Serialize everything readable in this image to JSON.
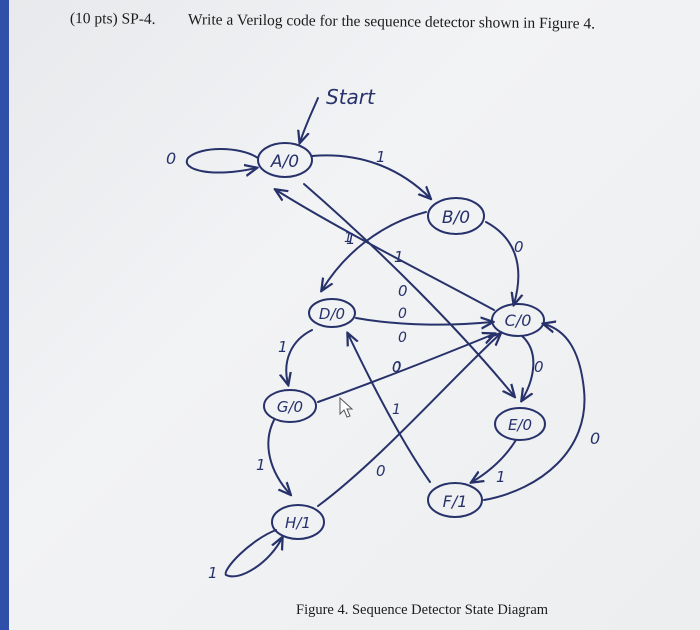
{
  "question": {
    "number": "(10 pts) SP-4.",
    "text": "Write a Verilog code for the sequence detector shown in Figure 4."
  },
  "caption": "Figure 4. Sequence Detector State Diagram",
  "start_label": "Start",
  "states": {
    "A": "A/0",
    "B": "B/0",
    "C": "C/0",
    "D": "D/0",
    "E": "E/0",
    "F": "F/1",
    "G": "G/0",
    "H": "H/1"
  },
  "edge_labels": {
    "A_self": "0",
    "A_B": "1",
    "B_C": "0",
    "B_D": "1",
    "D_C": "0",
    "C_A": "1",
    "C_E": "0",
    "D_G": "1",
    "G_C": "0",
    "E_F": "1",
    "F_D": "0",
    "F_C": "0",
    "H_self": "1",
    "misc_1": "1",
    "misc_2": "0",
    "misc_3": "0",
    "misc_4": "1",
    "misc_5": "0",
    "misc_6": "1"
  },
  "colors": {
    "ink": "#27326b",
    "text": "#1c1c1c"
  }
}
